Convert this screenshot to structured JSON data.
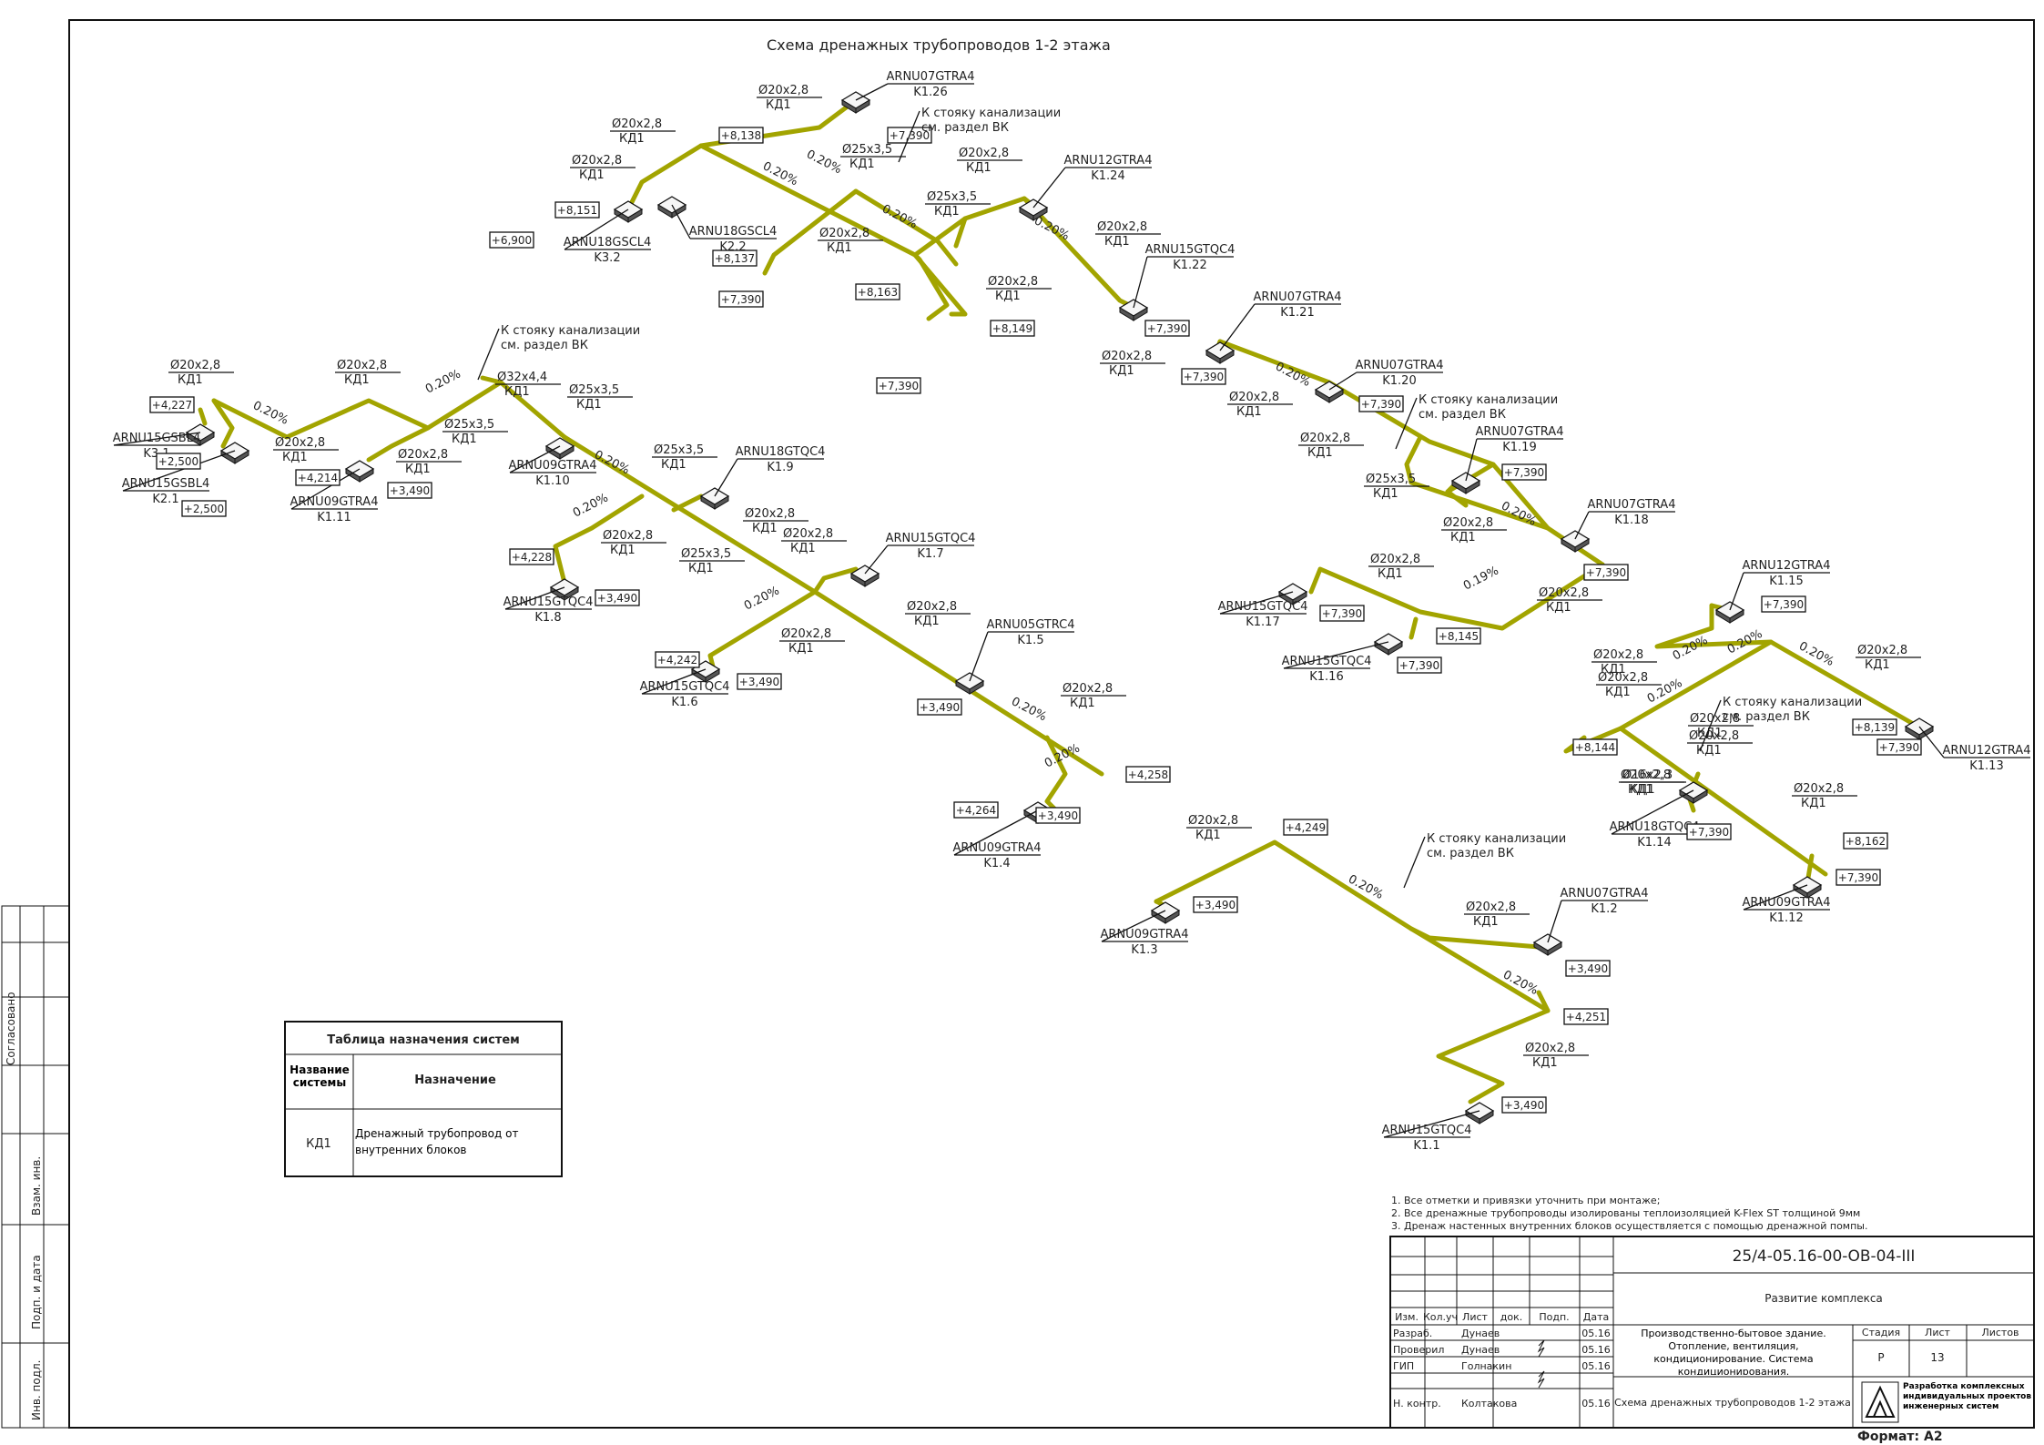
{
  "drawing": {
    "title": "Схема дренажных трубопроводов 1-2 этажа",
    "format_label": "Формат: А2"
  },
  "units": [
    {
      "model": "ARNU07GTRA4",
      "tag": "K1.26"
    },
    {
      "model": "ARNU12GTRA4",
      "tag": "K1.24"
    },
    {
      "model": "ARNU15GTQC4",
      "tag": "K1.22"
    },
    {
      "model": "ARNU07GTRA4",
      "tag": "K1.21"
    },
    {
      "model": "ARNU07GTRA4",
      "tag": "K1.20"
    },
    {
      "model": "ARNU07GTRA4",
      "tag": "K1.19"
    },
    {
      "model": "ARNU07GTRA4",
      "tag": "K1.18"
    },
    {
      "model": "ARNU15GTQC4",
      "tag": "K1.17"
    },
    {
      "model": "ARNU15GTQC4",
      "tag": "K1.16"
    },
    {
      "model": "ARNU12GTRA4",
      "tag": "K1.15"
    },
    {
      "model": "ARNU12GTRA4",
      "tag": "K1.13"
    },
    {
      "model": "ARNU18GTQC4",
      "tag": "K1.14"
    },
    {
      "model": "ARNU09GTRA4",
      "tag": "K1.12"
    },
    {
      "model": "ARNU18GSCL4",
      "tag": "K2.2"
    },
    {
      "model": "ARNU18GSCL4",
      "tag": "K3.2"
    },
    {
      "model": "ARNU15GSBL4",
      "tag": "K3.1"
    },
    {
      "model": "ARNU15GSBL4",
      "tag": "K2.1"
    },
    {
      "model": "ARNU09GTRA4",
      "tag": "K1.11"
    },
    {
      "model": "ARNU09GTRA4",
      "tag": "K1.10"
    },
    {
      "model": "ARNU18GTQC4",
      "tag": "K1.9"
    },
    {
      "model": "ARNU15GTQC4",
      "tag": "K1.8"
    },
    {
      "model": "ARNU15GTQC4",
      "tag": "K1.7"
    },
    {
      "model": "ARNU15GTQC4",
      "tag": "K1.6"
    },
    {
      "model": "ARNU05GTRC4",
      "tag": "K1.5"
    },
    {
      "model": "ARNU09GTRA4",
      "tag": "K1.4"
    },
    {
      "model": "ARNU09GTRA4",
      "tag": "K1.3"
    },
    {
      "model": "ARNU07GTRA4",
      "tag": "K1.2"
    },
    {
      "model": "ARNU15GTQC4",
      "tag": "K1.1"
    }
  ],
  "elevations": [
    "+7,390",
    "+8,138",
    "+8,151",
    "+6,900",
    "+8,137",
    "+7,390",
    "+8,163",
    "+8,149",
    "+7,390",
    "+7,390",
    "+7,390",
    "+7,390",
    "+7,390",
    "+7,390",
    "+7,390",
    "+8,145",
    "+7,390",
    "+7,390",
    "+8,144",
    "+8,139",
    "+7,390",
    "+7,390",
    "+8,162",
    "+7,390",
    "+4,227",
    "+2,500",
    "+2,500",
    "+4,214",
    "+3,490",
    "+4,228",
    "+3,490",
    "+4,242",
    "+3,490",
    "+3,490",
    "+4,258",
    "+4,264",
    "+3,490",
    "+4,249",
    "+3,490",
    "+3,490",
    "+4,251",
    "+3,490"
  ],
  "pipe_labels": [
    "Ø20x2,8",
    "Ø25x3,5",
    "Ø32x4,4",
    "Ø16x2,3"
  ],
  "line_code": "КД1",
  "slopes": [
    "0.20%",
    "0.19%"
  ],
  "stack_note": [
    "К стояку канализации",
    "см. раздел ВК"
  ],
  "legend": {
    "title": "Таблица назначения систем",
    "col1": "Название системы",
    "col2": "Назначение",
    "row_code": "КД1",
    "row_desc": "Дренажный трубопровод от внутренних блоков"
  },
  "notes": [
    "1. Все отметки и привязки уточнить при монтаже;",
    "2. Все дренажные трубопроводы изолированы теплоизоляцией K-Flex ST толщиной 9мм",
    "3. Дренаж настенных внутренних блоков осуществляется с помощью дренажной помпы."
  ],
  "stamp": {
    "code": "25/4-05.16-00-ОВ-04-III",
    "project": "Развитие комплекса",
    "object": "Производственно-бытовое здание. Отопление, вентиляция, кондиционирование. Система кондиционирования.",
    "sheet_title": "Схема дренажных трубопроводов 1-2 этажа",
    "stage_h": "Стадия",
    "sheet_h": "Лист",
    "sheets_h": "Листов",
    "stage": "Р",
    "sheet": "13",
    "sheets": "",
    "cols": [
      "Изм.",
      "Кол.уч",
      "Лист",
      "док.",
      "Подп.",
      "Дата"
    ],
    "people": [
      {
        "role": "Разраб.",
        "name": "Дунаев",
        "date": "05.16"
      },
      {
        "role": "Проверил",
        "name": "Дунаев",
        "date": "05.16"
      },
      {
        "role": "ГИП",
        "name": "Голнакин",
        "date": "05.16"
      },
      {
        "role": "Н. контр.",
        "name": "Колтакова",
        "date": "05.16"
      }
    ],
    "company": "Разработка комплексных индивидуальных проектов инженерных систем"
  },
  "side_stamp": [
    "Согласовано",
    "Взам. инв.",
    "Подп. и дата",
    "Инв. подл."
  ]
}
